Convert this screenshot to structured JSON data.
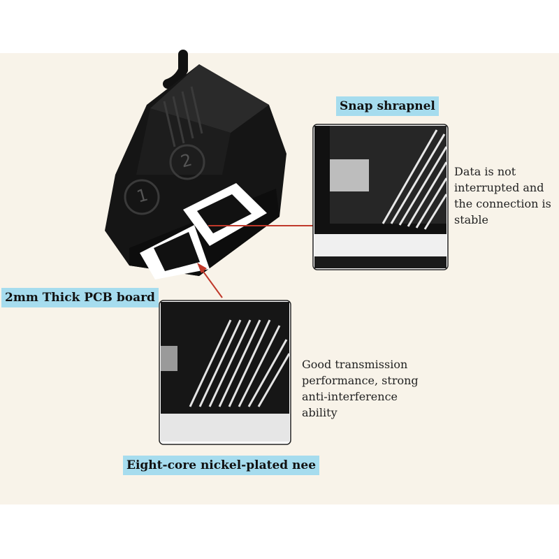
{
  "labels": {
    "snap": "Snap shrapnel",
    "pcb": "2mm Thick PCB board",
    "pins": "Eight-core nickel-plated nee"
  },
  "descriptions": {
    "stable_lines": [
      "Data is not",
      "interrupted and",
      "the connection is",
      "stable"
    ],
    "transmission_lines": [
      "Good transmission",
      "performance, strong",
      "anti-interference",
      "ability"
    ]
  },
  "port_numbers": [
    "1",
    "2"
  ],
  "colors": {
    "panel_bg": "#f8f3e9",
    "label_bg": "#a6dcee",
    "connector_body": "#111111",
    "pointer_line": "#c0392b"
  }
}
